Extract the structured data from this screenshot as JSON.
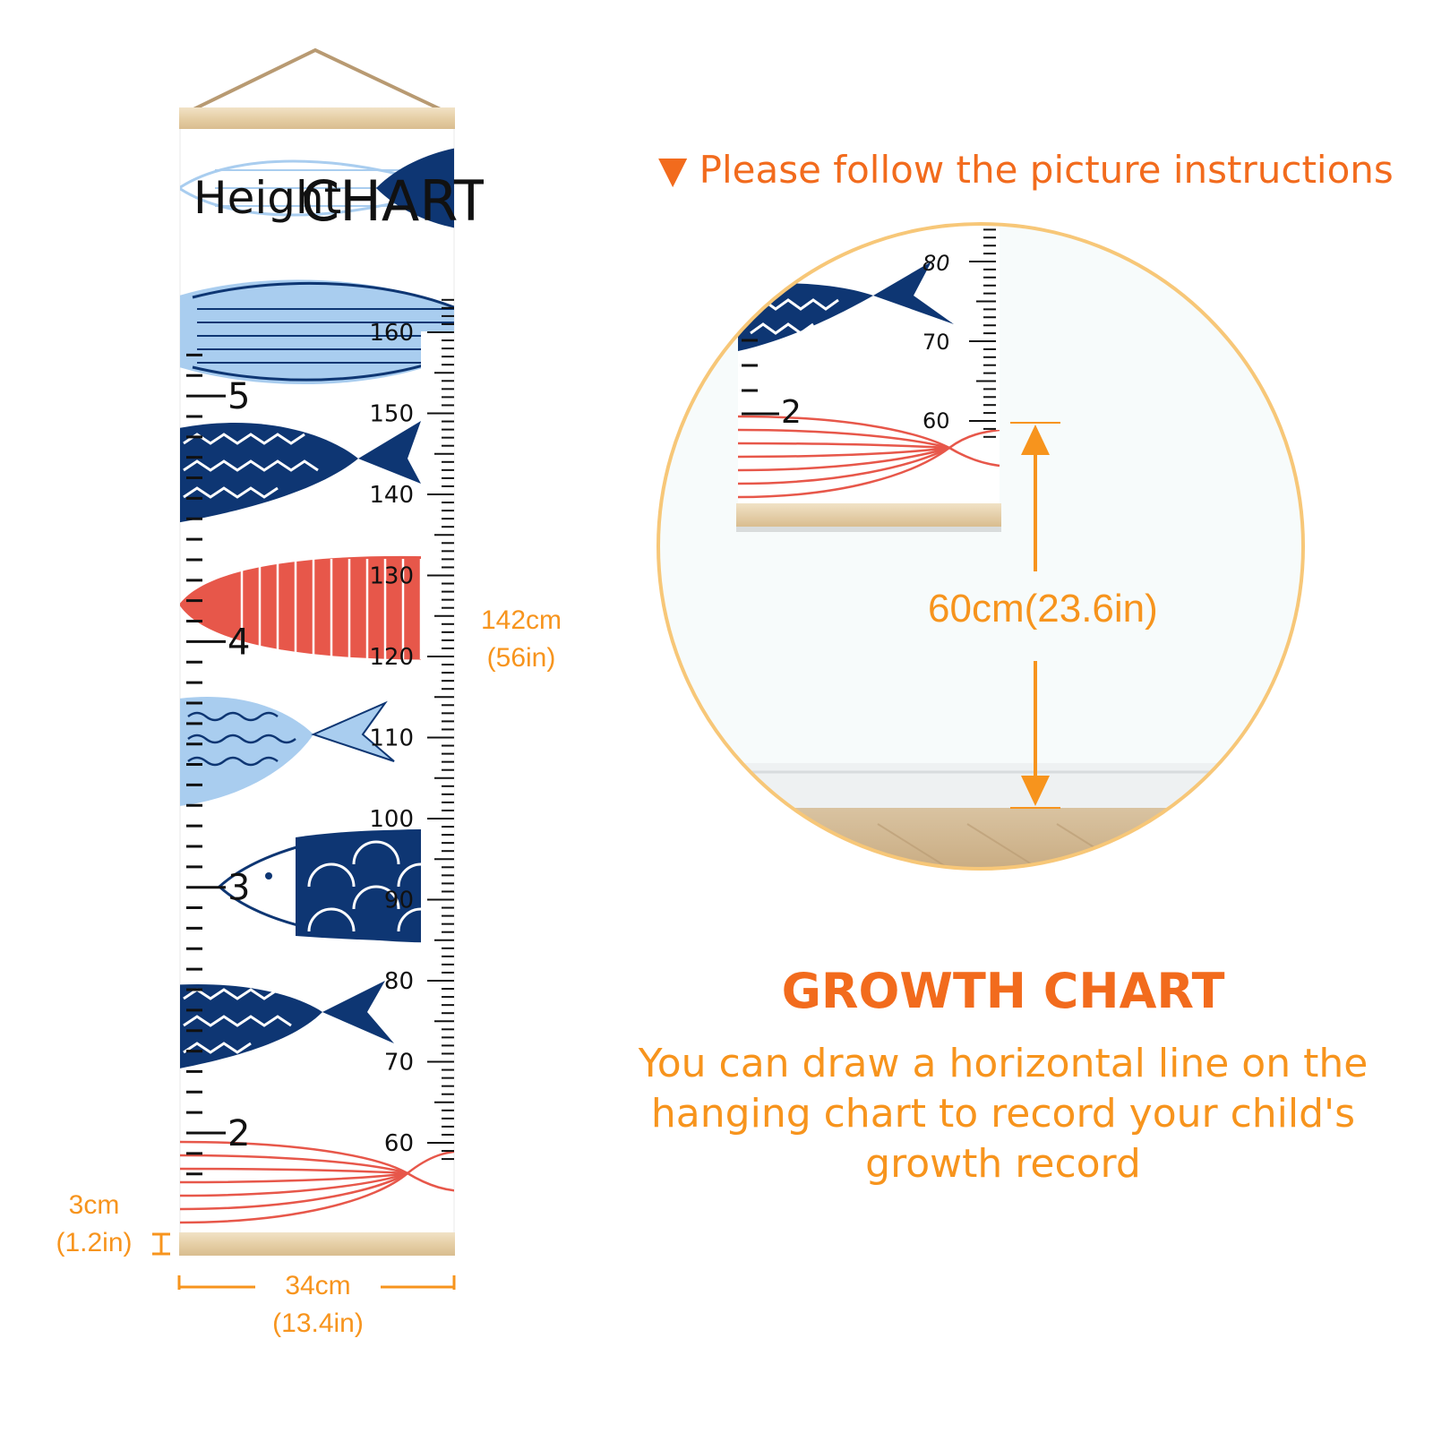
{
  "chart": {
    "title_word1": "Height",
    "title_word2": "CHART",
    "cm_labels": [
      "160",
      "150",
      "140",
      "130",
      "120",
      "110",
      "100",
      "90",
      "80",
      "70",
      "60"
    ],
    "cm_values": [
      160,
      150,
      140,
      130,
      120,
      110,
      100,
      90,
      80,
      70,
      60
    ],
    "ft_labels": [
      "5",
      "4",
      "3",
      "2"
    ],
    "ft_values": [
      5,
      4,
      3,
      2
    ]
  },
  "dimensions": {
    "height_cm": "142cm",
    "height_in": "(56in)",
    "rail_cm": "3cm",
    "rail_in": "(1.2in)",
    "width_cm": "34cm",
    "width_in": "(13.4in)"
  },
  "instructions": {
    "icon": "triangle-down-icon",
    "text": "▼ Please follow the picture instructions"
  },
  "detail": {
    "cm_labels": [
      "80",
      "70",
      "60"
    ],
    "ft_label": "2",
    "mount_label": "60cm(23.6in)"
  },
  "growth": {
    "title": "GROWTH CHART",
    "description": "You can draw a horizontal line on the hanging chart to record your child's growth record"
  },
  "colors": {
    "accent": "#f7941d",
    "accent_dark": "#f26b1d",
    "navy": "#0e3673",
    "light_blue": "#a9cdef",
    "red": "#e7574a",
    "wood": "#e8d4b0"
  }
}
